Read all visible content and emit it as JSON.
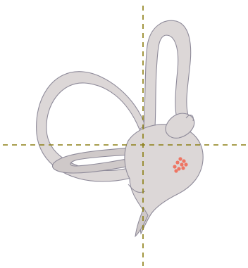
{
  "figure": {
    "subject": "inner-ear-labyrinth",
    "colors": {
      "background": "#ffffff",
      "tissue_fill": "#dcd7d7",
      "tissue_shade": "#cfc9c9",
      "outline": "#8e8a99",
      "crosshair": "#8a7d10",
      "otoconia": "#ee7563"
    },
    "crosshair": {
      "style": "dashed",
      "count": 2
    },
    "otoconia_count": 9
  }
}
